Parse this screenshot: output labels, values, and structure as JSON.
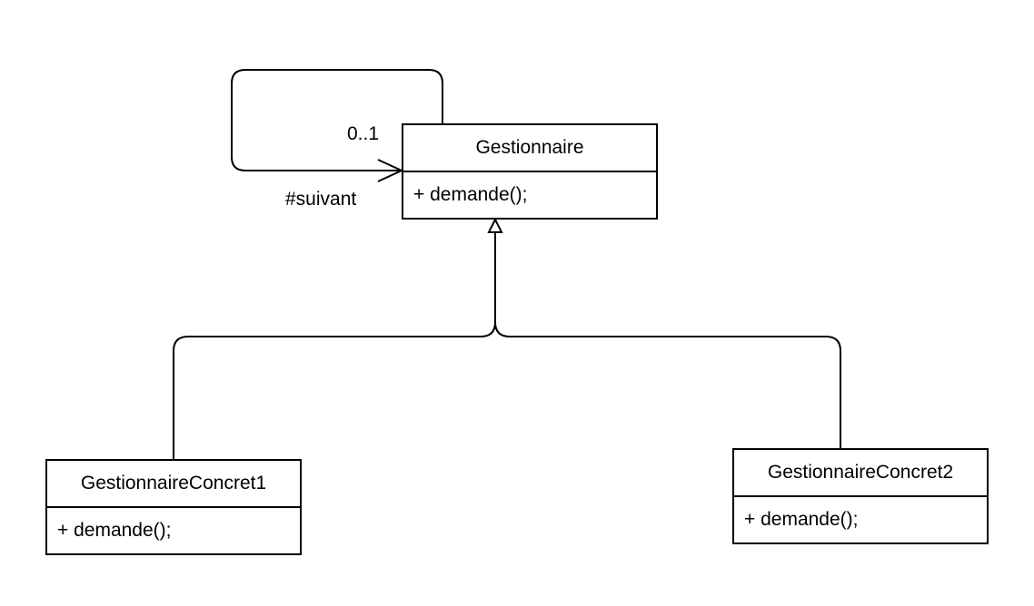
{
  "classes": [
    {
      "name": "Gestionnaire",
      "operation": "+ demande();"
    },
    {
      "name": "GestionnaireConcret1",
      "operation": "+ demande();"
    },
    {
      "name": "GestionnaireConcret2",
      "operation": "+ demande();"
    }
  ],
  "association": {
    "multiplicity": "0..1",
    "role": "#suivant"
  },
  "colors": {
    "line": "#000000",
    "background": "#ffffff"
  }
}
